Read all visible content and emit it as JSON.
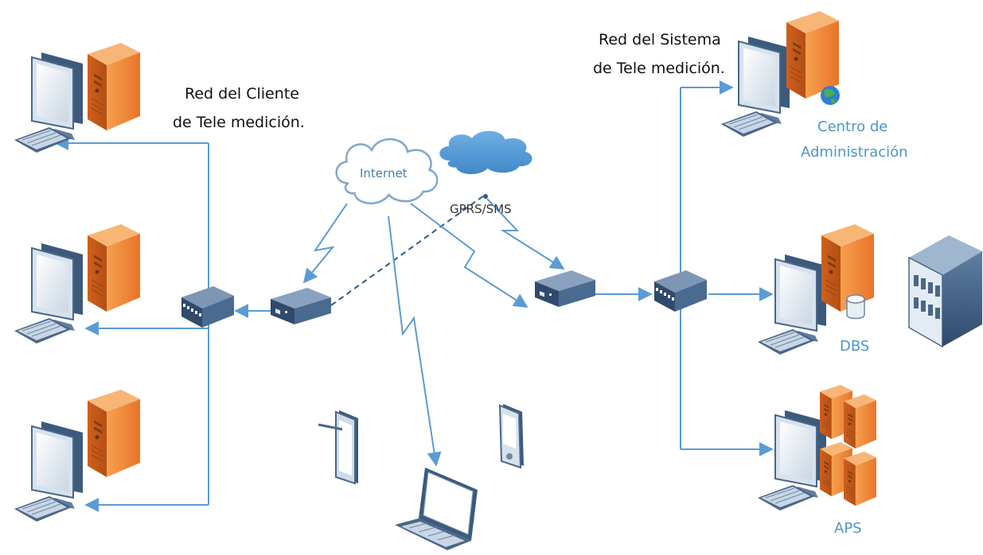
{
  "diagram": {
    "client_network_label": [
      "Red del Cliente",
      "de Tele medición."
    ],
    "system_network_label": [
      "Red del Sistema",
      "de Tele medición."
    ],
    "cloud_internet_label": "Internet",
    "gprs_label": "GPRS/SMS",
    "admin_center_label": [
      "Centro de",
      "Administración"
    ],
    "dbs_label": "DBS",
    "aps_label": "APS",
    "colors": {
      "link": "#5b9bd5",
      "server_orange": "#f0883a",
      "cloud": "#5b9bd5",
      "blue_label": "#4f95c8"
    },
    "icons": [
      "workstation-icon",
      "server-tower-icon",
      "network-switch-icon",
      "modem-router-icon",
      "cloud-icon",
      "laptop-icon",
      "tablet-icon",
      "pda-icon",
      "database-icon",
      "globe-icon",
      "building-icon"
    ]
  }
}
